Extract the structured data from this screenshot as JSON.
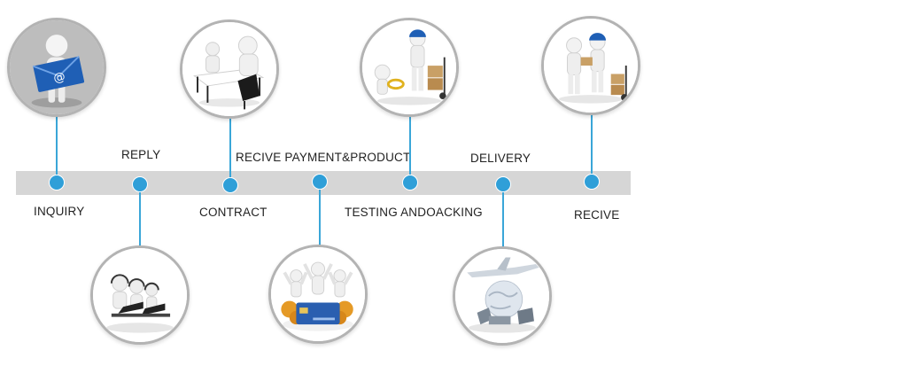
{
  "steps": [
    {
      "label": "INQUIRY",
      "icon": "email-inquiry-icon"
    },
    {
      "label": "REPLY",
      "icon": "call-center-icon"
    },
    {
      "label": "CONTRACT",
      "icon": "meeting-table-icon"
    },
    {
      "label": "RECIVE PAYMENT&PRODUCT",
      "icon": "payment-card-icon"
    },
    {
      "label": "TESTING ANDOACKING",
      "icon": "packing-handtruck-icon"
    },
    {
      "label": "DELIVERY",
      "icon": "globe-airplane-icon"
    },
    {
      "label": "RECIVE",
      "icon": "parcel-handover-icon"
    }
  ],
  "colors": {
    "accent": "#2f9fd8",
    "bar": "#d6d6d6",
    "circle_border": "#b3b3b3"
  }
}
